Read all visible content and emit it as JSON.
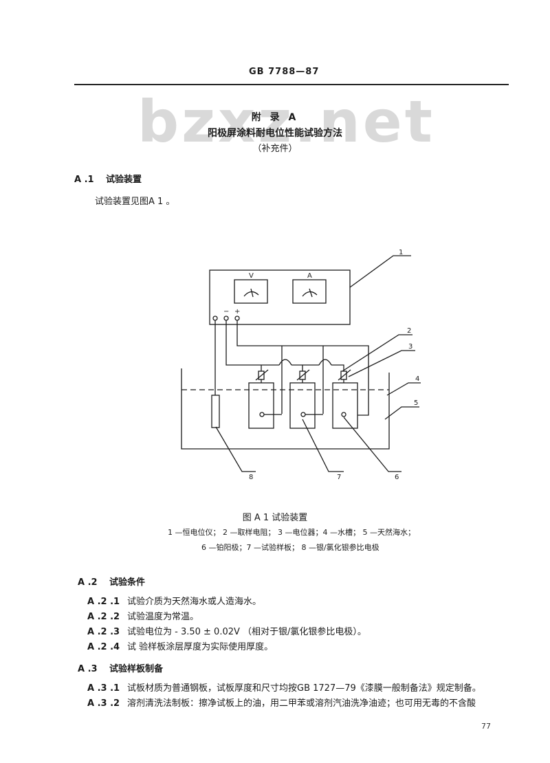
{
  "header": {
    "code": "GB 7788—87"
  },
  "watermark": "bzxz.net",
  "titles": {
    "appendix": "附 录 A",
    "main": "阳极屏涂料耐电位性能试验方法",
    "sub": "（补充件）"
  },
  "section_a1": {
    "num": "A .1",
    "title": "试验装置",
    "text": "试验装置见图A 1 。"
  },
  "figure": {
    "labels": {
      "v": "V",
      "a": "A",
      "minus": "−",
      "plus": "+"
    },
    "callouts": [
      "1",
      "2",
      "3",
      "4",
      "5",
      "6",
      "7",
      "8"
    ],
    "caption": "图 A 1  试验装置",
    "legend_line1": "1 —恒电位仪； 2 —取样电阻； 3 —电位器；4 —水槽； 5 —天然海水；",
    "legend_line2": "6 —铂阳极；7 —试验样板； 8 —银/氯化银参比电极"
  },
  "section_a2": {
    "num": "A .2",
    "title": "试验条件",
    "items": [
      {
        "num": "A .2 .1",
        "text": "试验介质为天然海水或人造海水。"
      },
      {
        "num": "A .2 .2",
        "text": "试验温度为常温。"
      },
      {
        "num": "A .2 .3",
        "text": "试验电位为 - 3.50 ± 0.02V （相对于银/氯化银参比电极）。"
      },
      {
        "num": "A .2 .4",
        "text": "试 验样板涂层厚度为实际使用厚度。"
      }
    ]
  },
  "section_a3": {
    "num": "A .3",
    "title": "试验样板制备",
    "items": [
      {
        "num": "A .3 .1",
        "text": "试板材质为普通钢板，试板厚度和尺寸均按GB  1727—79《漆膜一般制备法》规定制备。"
      },
      {
        "num": "A .3 .2",
        "text": "溶剂清洗法制板：擦净试板上的油，用二甲苯或溶剂汽油洗净油迹；也可用无毒的不含酸"
      }
    ]
  },
  "page_number": "77"
}
